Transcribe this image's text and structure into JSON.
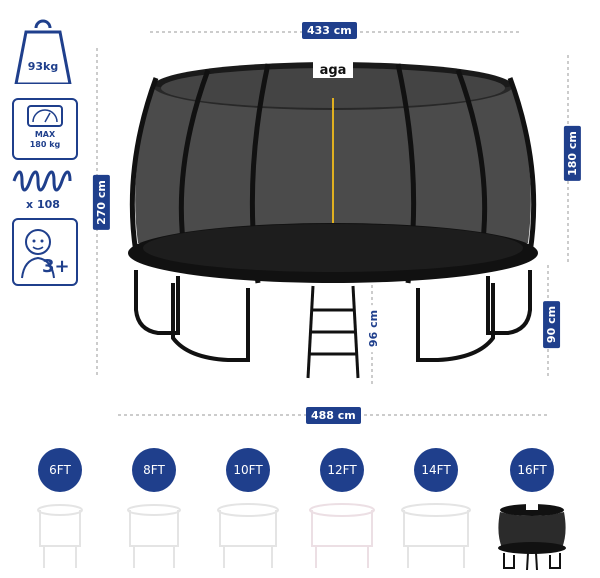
{
  "brand": {
    "logo": "aga",
    "accent": "#1f3f8c"
  },
  "specs": {
    "weight": "93kg",
    "max_label": "MAX",
    "max_value": "180 kg",
    "springs": "x 108",
    "age": "3+"
  },
  "dimensions": {
    "top_width": "433 cm",
    "bottom_width": "488 cm",
    "total_height": "270 cm",
    "net_height": "180 cm",
    "ladder_height": "96 cm",
    "frame_height": "90 cm"
  },
  "sizes": [
    {
      "num": "6",
      "unit": "FT",
      "selected": false
    },
    {
      "num": "8",
      "unit": "FT",
      "selected": false
    },
    {
      "num": "10",
      "unit": "FT",
      "selected": false
    },
    {
      "num": "12",
      "unit": "FT",
      "selected": false
    },
    {
      "num": "14",
      "unit": "FT",
      "selected": false
    },
    {
      "num": "16",
      "unit": "FT",
      "selected": true
    }
  ]
}
